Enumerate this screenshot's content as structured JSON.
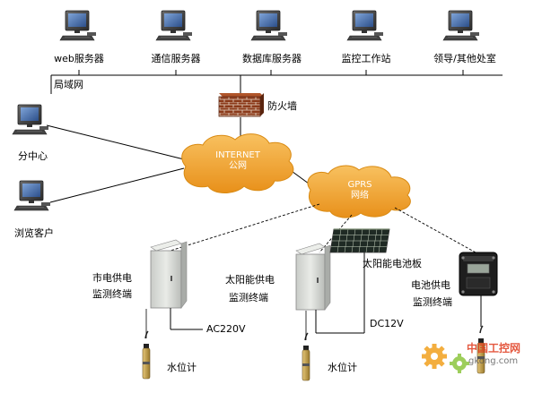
{
  "lan": {
    "label": "局域网",
    "nodes": [
      {
        "label": "web服务器"
      },
      {
        "label": "通信服务器"
      },
      {
        "label": "数据库服务器"
      },
      {
        "label": "监控工作站"
      },
      {
        "label": "领导/其他处室"
      }
    ]
  },
  "firewall": {
    "label": "防火墙"
  },
  "internet": {
    "line1": "INTERNET",
    "line2": "公网"
  },
  "gprs": {
    "line1": "GPRS",
    "line2": "网络"
  },
  "remote": {
    "branch": "分中心",
    "browser": "浏览客户"
  },
  "terminals": {
    "mains": {
      "line1": "市电供电",
      "line2": "监测终端",
      "power": "AC220V"
    },
    "solar": {
      "line1": "太阳能供电",
      "line2": "监测终端",
      "power": "DC12V",
      "panel": "太阳能电池板"
    },
    "battery": {
      "line1": "电池供电",
      "line2": "监测终端"
    }
  },
  "sensors": {
    "label1": "水位计",
    "label2": "水位计"
  },
  "watermark": {
    "line1": "中国工控网",
    "line2": "gkong.com"
  },
  "colors": {
    "cloud": "#f4a62a",
    "cloud_edge": "#d98a12",
    "brick": "#8b3a1a",
    "cabinet": "#d9dcd8",
    "battery_box": "#1e1e1e",
    "sensor": "#c9a24a",
    "monitor": "#3a3a3a",
    "screen": "#4a6ea8",
    "watermark_red": "#e03c1e",
    "watermark_orange": "#f2a01e"
  }
}
